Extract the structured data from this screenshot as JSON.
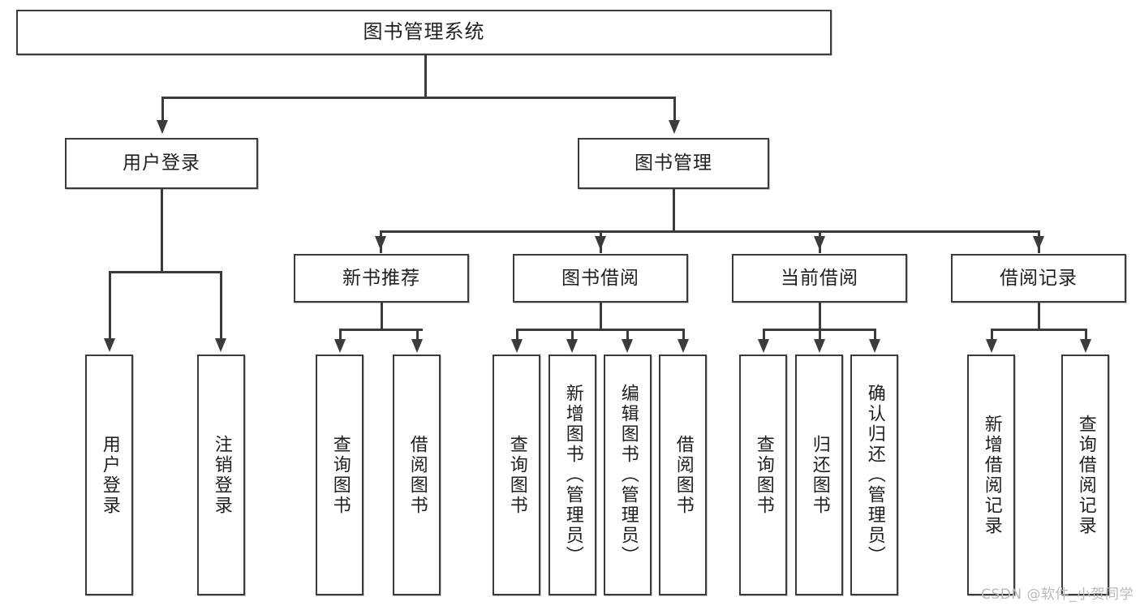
{
  "diagram": {
    "type": "tree",
    "title": "图书管理系统",
    "orientation": "top-down",
    "colors": {
      "stroke": "#3b3b3b",
      "fill": "#ffffff",
      "text": "#1f1f1f",
      "watermark": "#b9b9b9"
    },
    "root": {
      "label": "图书管理系统",
      "level": 1
    },
    "level2": [
      {
        "label": "用户登录"
      },
      {
        "label": "图书管理"
      }
    ],
    "level3": [
      {
        "label": "新书推荐"
      },
      {
        "label": "图书借阅"
      },
      {
        "label": "当前借阅"
      },
      {
        "label": "借阅记录"
      }
    ],
    "leaves": {
      "user_login": [
        {
          "label": "用户登录"
        },
        {
          "label": "注销登录"
        }
      ],
      "new_book": [
        {
          "label": "查询图书"
        },
        {
          "label": "借阅图书"
        }
      ],
      "book_borrow": [
        {
          "label": "查询图书"
        },
        {
          "label": "新增图书（管理员）"
        },
        {
          "label": "编辑图书（管理员）"
        },
        {
          "label": "借阅图书"
        }
      ],
      "current_borrow": [
        {
          "label": "查询图书"
        },
        {
          "label": "归还图书"
        },
        {
          "label": "确认归还（管理员）"
        }
      ],
      "borrow_record": [
        {
          "label": "新增借阅记录"
        },
        {
          "label": "查询借阅记录"
        }
      ]
    }
  },
  "watermark": {
    "text": "CSDN @软件_小贺同学"
  }
}
